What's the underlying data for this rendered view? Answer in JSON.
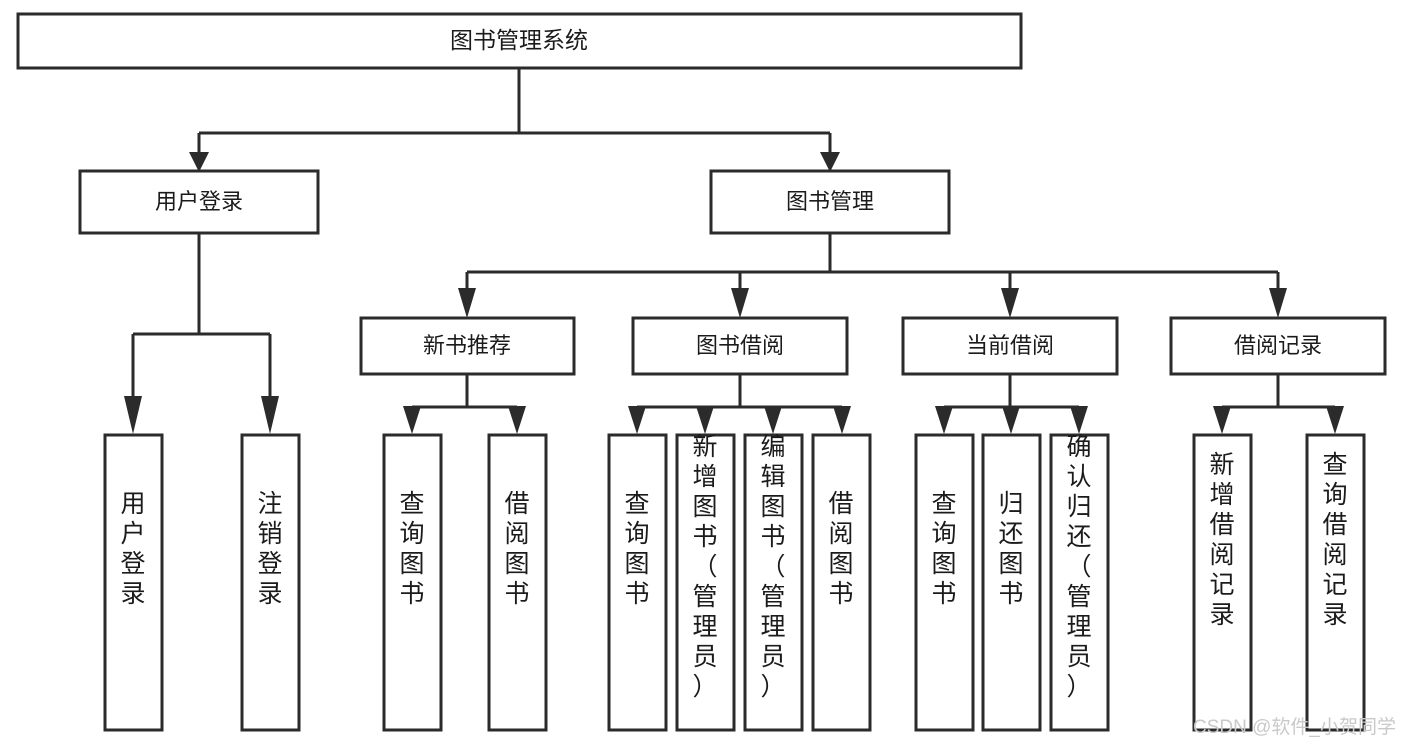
{
  "diagram": {
    "title": "图书管理系统",
    "type": "tree-hierarchy",
    "root": {
      "id": "root",
      "label": "图书管理系统"
    },
    "level1": [
      {
        "id": "user-login",
        "label": "用户登录"
      },
      {
        "id": "book-manage",
        "label": "图书管理"
      }
    ],
    "level2": [
      {
        "id": "new-book-recommend",
        "label": "新书推荐",
        "parent": "book-manage"
      },
      {
        "id": "book-borrow",
        "label": "图书借阅",
        "parent": "book-manage"
      },
      {
        "id": "current-borrow",
        "label": "当前借阅",
        "parent": "book-manage"
      },
      {
        "id": "borrow-record",
        "label": "借阅记录",
        "parent": "book-manage"
      }
    ],
    "leaves": {
      "user-login": [
        {
          "id": "leaf-user-login",
          "label": "用户登录"
        },
        {
          "id": "leaf-logout",
          "label": "注销登录"
        }
      ],
      "new-book-recommend": [
        {
          "id": "leaf-query-book-1",
          "label": "查询图书"
        },
        {
          "id": "leaf-borrow-book-1",
          "label": "借阅图书"
        }
      ],
      "book-borrow": [
        {
          "id": "leaf-query-book-2",
          "label": "查询图书"
        },
        {
          "id": "leaf-add-book",
          "label": "新增图书（管理员）"
        },
        {
          "id": "leaf-edit-book",
          "label": "编辑图书（管理员）"
        },
        {
          "id": "leaf-borrow-book-2",
          "label": "借阅图书"
        }
      ],
      "current-borrow": [
        {
          "id": "leaf-query-book-3",
          "label": "查询图书"
        },
        {
          "id": "leaf-return-book",
          "label": "归还图书"
        },
        {
          "id": "leaf-confirm-return",
          "label": "确认归还（管理员）"
        }
      ],
      "borrow-record": [
        {
          "id": "leaf-add-record",
          "label": "新增借阅记录"
        },
        {
          "id": "leaf-query-record",
          "label": "查询借阅记录"
        }
      ]
    }
  },
  "watermark": {
    "text": "CSDN @软件_小贺同学"
  },
  "colors": {
    "stroke": "#2b2b2b",
    "fill": "#ffffff",
    "text": "#1b1b1b",
    "watermark": "#c9c9c9"
  }
}
